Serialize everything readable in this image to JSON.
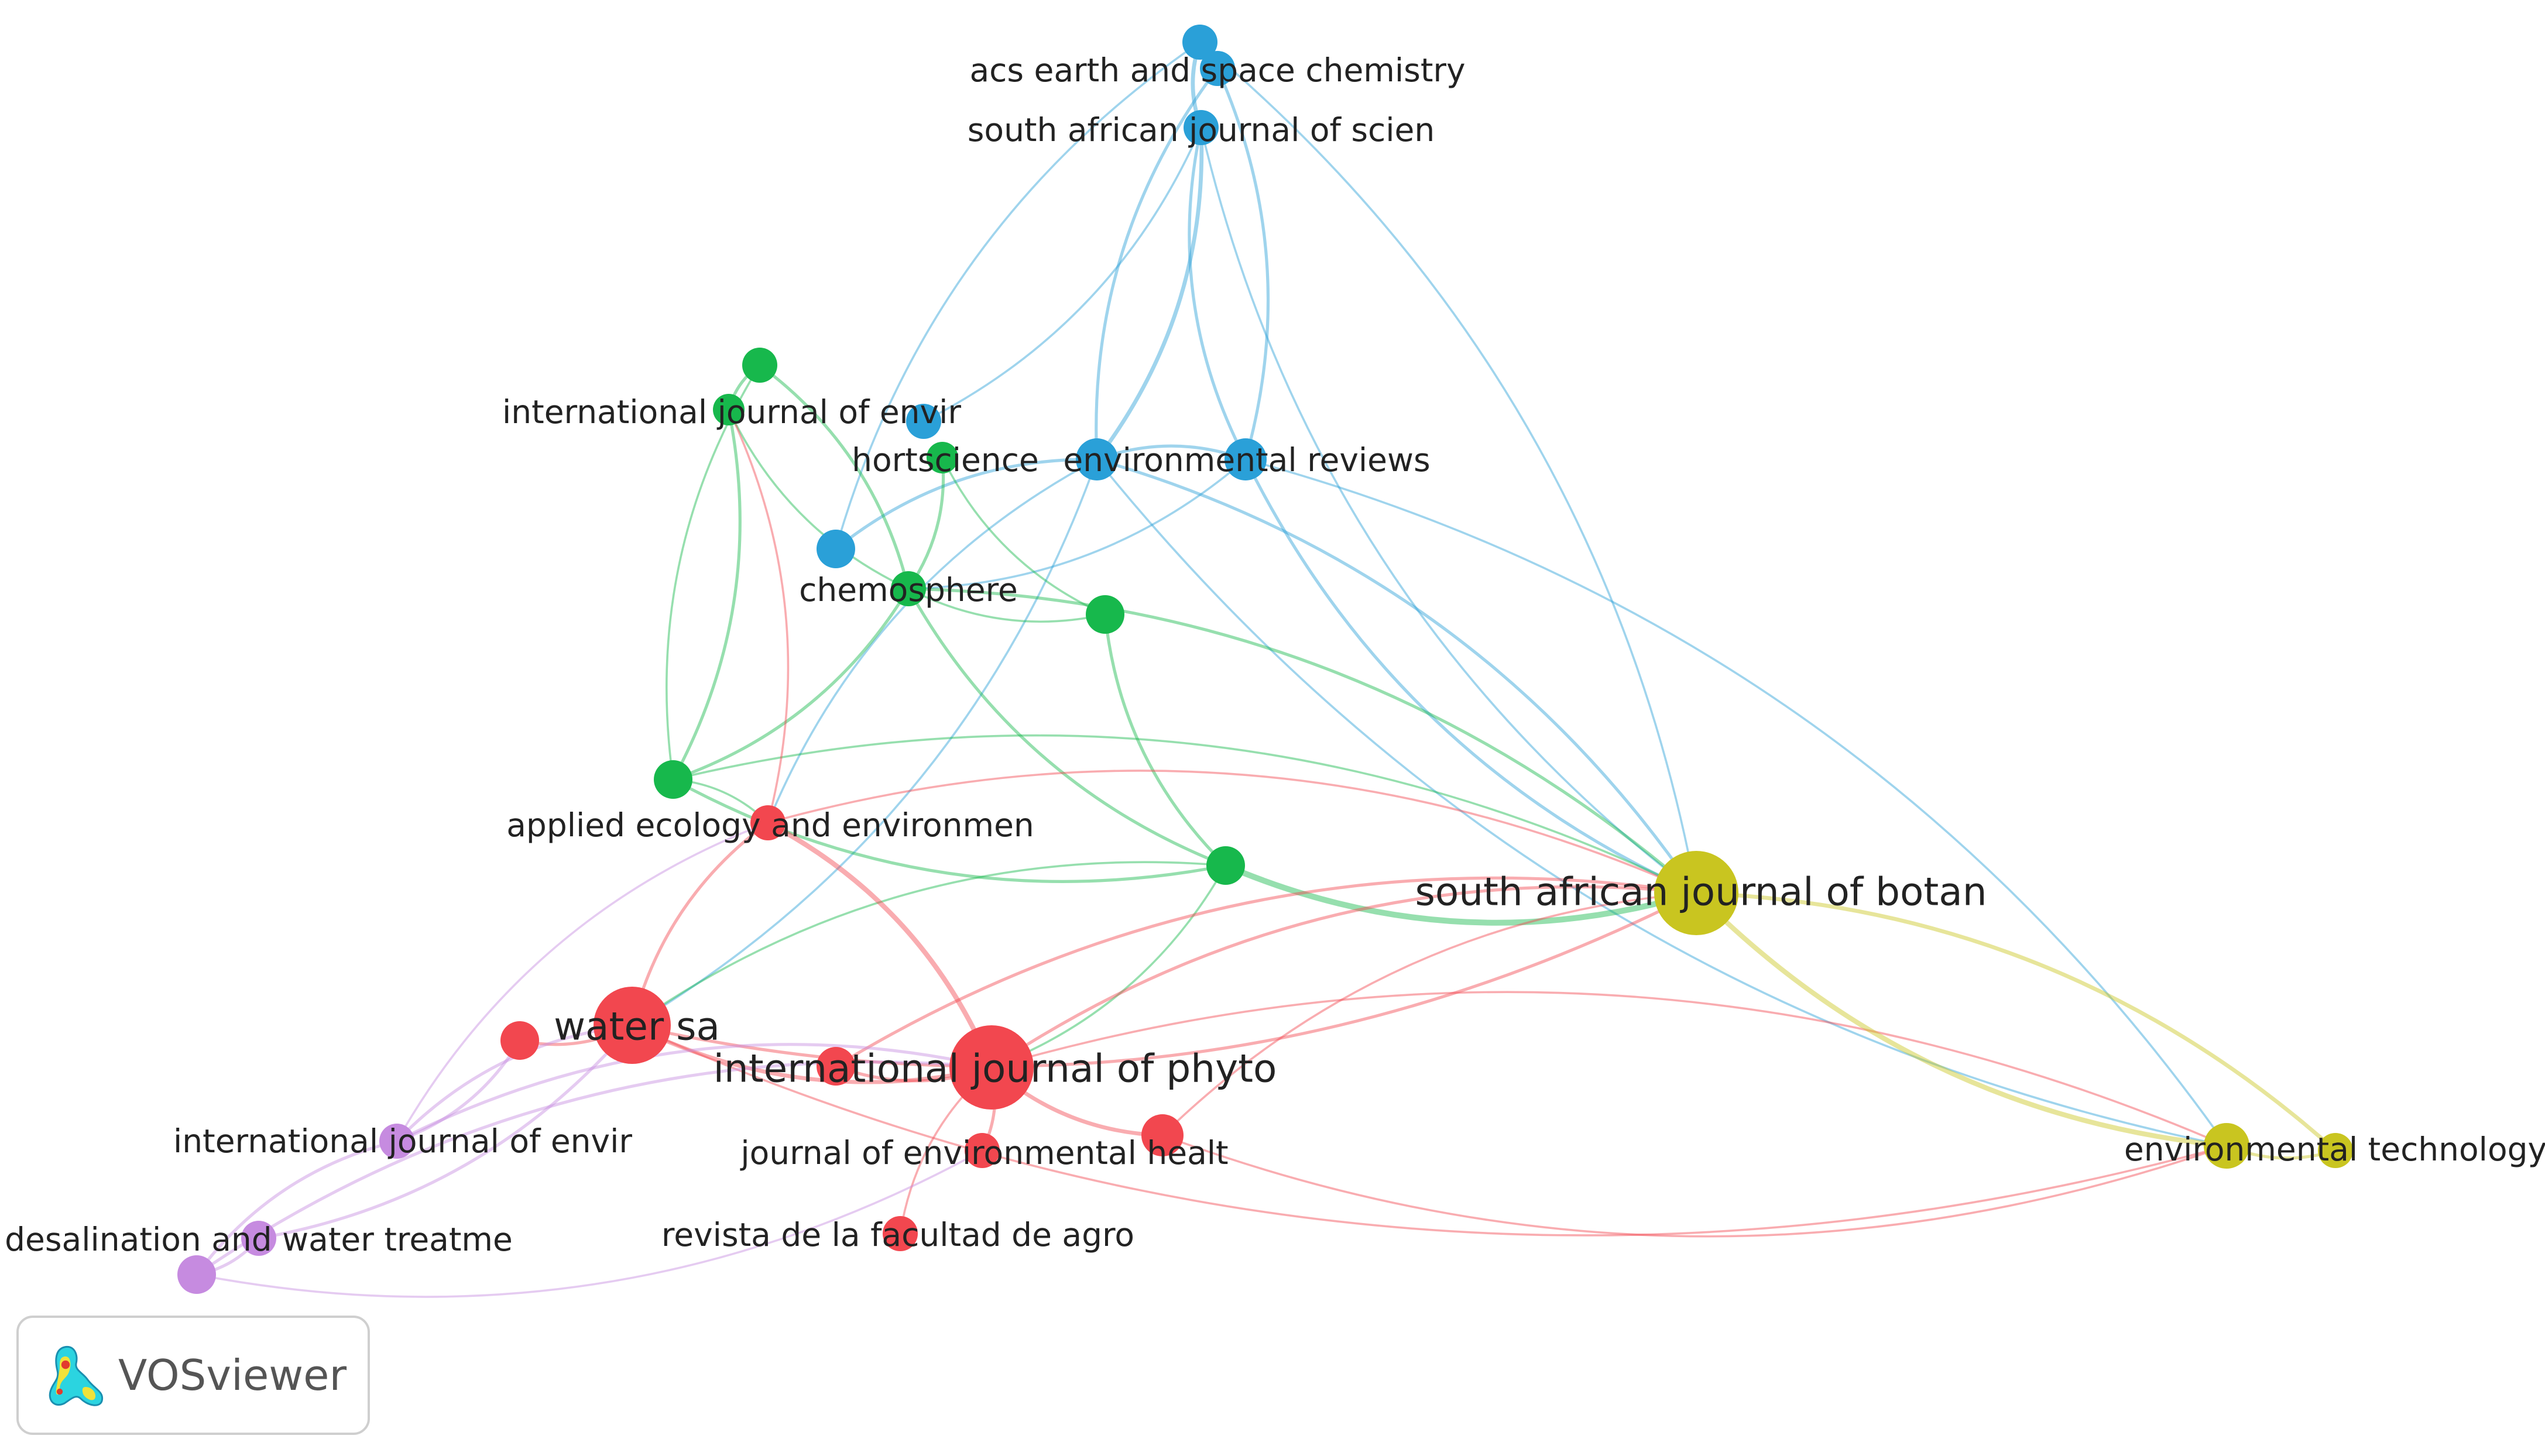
{
  "nodes": [
    {
      "id": "acs-earth",
      "label": "acs earth and space chemistry",
      "cluster": "blue",
      "weight": 1,
      "show_label": true
    },
    {
      "id": "blue-top",
      "label": "",
      "cluster": "blue",
      "weight": 1,
      "show_label": false
    },
    {
      "id": "south-african-scien",
      "label": "south african journal of scien",
      "cluster": "blue",
      "weight": 1,
      "show_label": true
    },
    {
      "id": "env-reviews",
      "label": "environmental reviews",
      "cluster": "blue",
      "weight": 1.2,
      "show_label": true
    },
    {
      "id": "blue-envrev-left",
      "label": "",
      "cluster": "blue",
      "weight": 1.2,
      "show_label": false
    },
    {
      "id": "blue-hort",
      "label": "",
      "cluster": "blue",
      "weight": 1,
      "show_label": false
    },
    {
      "id": "blue-chem",
      "label": "",
      "cluster": "blue",
      "weight": 1.1,
      "show_label": false
    },
    {
      "id": "green-top",
      "label": "",
      "cluster": "green",
      "weight": 1,
      "show_label": false
    },
    {
      "id": "intl-env-green",
      "label": "international journal of envir",
      "cluster": "green",
      "weight": 0.9,
      "show_label": true
    },
    {
      "id": "hortscience",
      "label": "hortscience",
      "cluster": "green",
      "weight": 0.9,
      "show_label": true
    },
    {
      "id": "chemosphere",
      "label": "chemosphere",
      "cluster": "green",
      "weight": 1,
      "show_label": true
    },
    {
      "id": "green-right",
      "label": "",
      "cluster": "green",
      "weight": 1.1,
      "show_label": false
    },
    {
      "id": "green-applied",
      "label": "",
      "cluster": "green",
      "weight": 1.1,
      "show_label": false
    },
    {
      "id": "green-mid",
      "label": "",
      "cluster": "green",
      "weight": 1.1,
      "show_label": false
    },
    {
      "id": "applied-ecology",
      "label": "applied ecology and environmen",
      "cluster": "red",
      "weight": 1,
      "show_label": true
    },
    {
      "id": "water-sa",
      "label": "water sa",
      "cluster": "red",
      "weight": 2.2,
      "show_label": true
    },
    {
      "id": "red-small",
      "label": "",
      "cluster": "red",
      "weight": 1.1,
      "show_label": false
    },
    {
      "id": "red-mid",
      "label": "",
      "cluster": "red",
      "weight": 1.1,
      "show_label": false
    },
    {
      "id": "intl-phyto",
      "label": "international journal of phyto",
      "cluster": "red",
      "weight": 2.4,
      "show_label": true
    },
    {
      "id": "env-health",
      "label": "journal of environmental healt",
      "cluster": "red",
      "weight": 1,
      "show_label": true
    },
    {
      "id": "red-health-right",
      "label": "",
      "cluster": "red",
      "weight": 1.2,
      "show_label": false
    },
    {
      "id": "revista",
      "label": "revista de la facultad de agro",
      "cluster": "red",
      "weight": 1,
      "show_label": true
    },
    {
      "id": "intl-env-purple",
      "label": "international journal of envir",
      "cluster": "purple",
      "weight": 1,
      "show_label": true
    },
    {
      "id": "desalination",
      "label": "desalination and water treatme",
      "cluster": "purple",
      "weight": 1,
      "show_label": true
    },
    {
      "id": "purple-bottom",
      "label": "",
      "cluster": "purple",
      "weight": 1.1,
      "show_label": false
    },
    {
      "id": "south-african-botan",
      "label": "south african journal of botan",
      "cluster": "yellow",
      "weight": 2.4,
      "show_label": true
    },
    {
      "id": "env-technology",
      "label": "environmental technology",
      "cluster": "yellow",
      "weight": 1.3,
      "show_label": true
    },
    {
      "id": "yellow-right",
      "label": "",
      "cluster": "yellow",
      "weight": 1,
      "show_label": false
    }
  ],
  "links": [
    [
      "blue-top",
      "south-african-scien",
      3
    ],
    [
      "acs-earth",
      "env-reviews",
      2
    ],
    [
      "acs-earth",
      "blue-envrev-left",
      2
    ],
    [
      "south-african-scien",
      "blue-envrev-left",
      3
    ],
    [
      "south-african-scien",
      "env-reviews",
      2
    ],
    [
      "south-african-scien",
      "blue-hort",
      1
    ],
    [
      "south-african-scien",
      "south-african-botan",
      1
    ],
    [
      "blue-top",
      "south-african-botan",
      1
    ],
    [
      "blue-top",
      "blue-chem",
      1
    ],
    [
      "blue-envrev-left",
      "env-reviews",
      2
    ],
    [
      "blue-envrev-left",
      "blue-chem",
      2
    ],
    [
      "blue-envrev-left",
      "south-african-botan",
      2
    ],
    [
      "env-reviews",
      "south-african-botan",
      2
    ],
    [
      "env-reviews",
      "chemosphere",
      1
    ],
    [
      "blue-envrev-left",
      "env-technology",
      1
    ],
    [
      "env-reviews",
      "env-technology",
      1
    ],
    [
      "blue-envrev-left",
      "applied-ecology",
      1
    ],
    [
      "blue-envrev-left",
      "water-sa",
      1
    ],
    [
      "green-top",
      "intl-env-green",
      2
    ],
    [
      "green-top",
      "chemosphere",
      2
    ],
    [
      "green-top",
      "green-applied",
      1
    ],
    [
      "intl-env-green",
      "green-applied",
      2
    ],
    [
      "intl-env-green",
      "chemosphere",
      1
    ],
    [
      "hortscience",
      "chemosphere",
      2
    ],
    [
      "chemosphere",
      "green-mid",
      2
    ],
    [
      "chemosphere",
      "green-applied",
      2
    ],
    [
      "chemosphere",
      "green-right",
      1
    ],
    [
      "chemosphere",
      "south-african-botan",
      2
    ],
    [
      "green-right",
      "green-mid",
      2
    ],
    [
      "green-right",
      "hortscience",
      1
    ],
    [
      "green-applied",
      "green-mid",
      2
    ],
    [
      "green-applied",
      "applied-ecology",
      1
    ],
    [
      "green-mid",
      "south-african-botan",
      5
    ],
    [
      "green-mid",
      "intl-phyto",
      1
    ],
    [
      "green-mid",
      "water-sa",
      1
    ],
    [
      "green-applied",
      "south-african-botan",
      1
    ],
    [
      "intl-phyto",
      "applied-ecology",
      4
    ],
    [
      "water-sa",
      "applied-ecology",
      2
    ],
    [
      "water-sa",
      "intl-phyto",
      3
    ],
    [
      "water-sa",
      "red-small",
      2
    ],
    [
      "intl-phyto",
      "red-health-right",
      3
    ],
    [
      "intl-phyto",
      "env-health",
      2
    ],
    [
      "intl-phyto",
      "revista",
      1
    ],
    [
      "intl-phyto",
      "south-african-botan",
      2
    ],
    [
      "water-sa",
      "south-african-botan",
      2
    ],
    [
      "red-mid",
      "south-african-botan",
      2
    ],
    [
      "red-mid",
      "intl-phyto",
      2
    ],
    [
      "red-health-right",
      "south-african-botan",
      1
    ],
    [
      "red-health-right",
      "env-technology",
      1
    ],
    [
      "intl-phyto",
      "env-technology",
      1
    ],
    [
      "water-sa",
      "env-technology",
      1
    ],
    [
      "applied-ecology",
      "south-african-botan",
      1
    ],
    [
      "applied-ecology",
      "intl-env-green",
      1
    ],
    [
      "purple-bottom",
      "intl-env-purple",
      2
    ],
    [
      "purple-bottom",
      "desalination",
      2
    ],
    [
      "intl-env-purple",
      "water-sa",
      2
    ],
    [
      "intl-env-purple",
      "red-small",
      2
    ],
    [
      "purple-bottom",
      "intl-phyto",
      2
    ],
    [
      "desalination",
      "water-sa",
      2
    ],
    [
      "intl-env-purple",
      "intl-phyto",
      2
    ],
    [
      "purple-bottom",
      "env-health",
      1
    ],
    [
      "intl-env-purple",
      "applied-ecology",
      1
    ],
    [
      "south-african-botan",
      "env-technology",
      4
    ],
    [
      "south-african-botan",
      "yellow-right",
      3
    ],
    [
      "env-technology",
      "yellow-right",
      2
    ]
  ],
  "cluster_colors": {
    "red": "#f2474f",
    "green": "#17b84c",
    "blue": "#2aa0d8",
    "yellow": "#c9c520",
    "purple": "#c68be0"
  },
  "logo": {
    "text": "VOSviewer",
    "icon": "vosviewer-density-icon"
  }
}
